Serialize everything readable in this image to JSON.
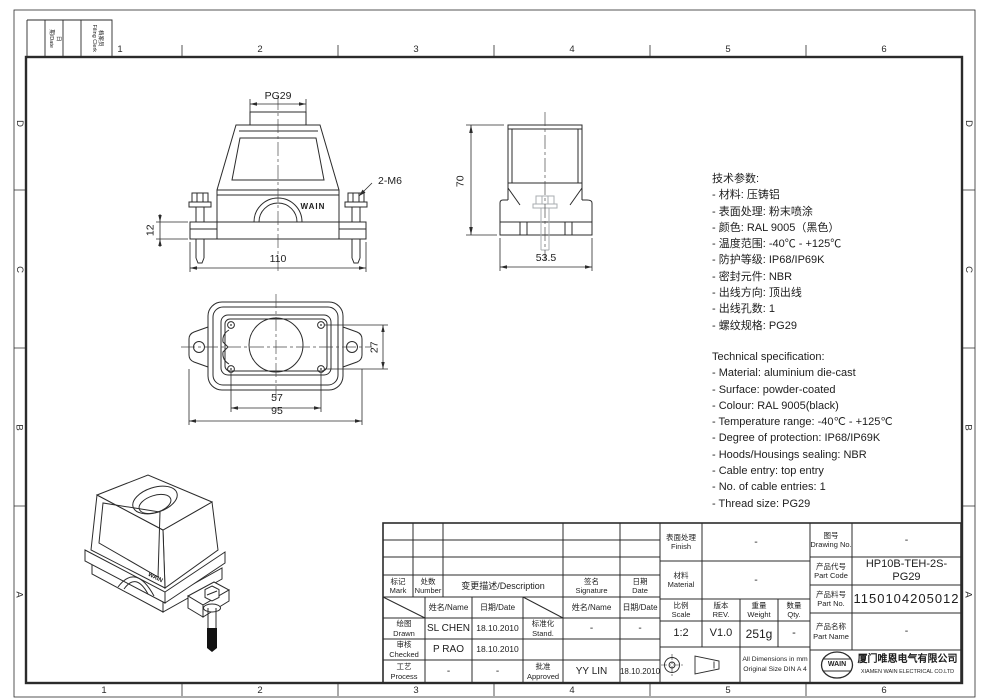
{
  "filing": {
    "date_label": "日期/Date",
    "clerk_label": "档案员\nFiling Clerk"
  },
  "zones": {
    "cols": [
      "1",
      "2",
      "3",
      "4",
      "5",
      "6"
    ],
    "rows": [
      "D",
      "C",
      "B",
      "A"
    ]
  },
  "specs": {
    "cn": "技术参数:\n- 材料: 压铸铝\n- 表面处理: 粉末喷涂\n- 颜色: RAL 9005（黑色）\n- 温度范围: -40℃ - +125℃\n- 防护等级: IP68/IP69K\n- 密封元件: NBR\n- 出线方向: 顶出线\n- 出线孔数: 1\n- 螺纹规格: PG29",
    "en": "Technical specification:\n- Material: aluminium die-cast\n- Surface: powder-coated\n- Colour: RAL 9005(black)\n- Temperature range: -40℃ - +125℃\n- Degree of protection: IP68/IP69K\n- Hoods/Housings sealing: NBR\n- Cable entry: top entry\n- No. of cable entries: 1\n- Thread size: PG29"
  },
  "dims": {
    "front_thread": "PG29",
    "front_bolts": "2-M6",
    "front_width": "110",
    "front_flange": "12",
    "side_height": "70",
    "side_width": "53.5",
    "bottom_hole_v": "27",
    "bottom_hole_h": "57",
    "bottom_width": "95"
  },
  "brand": {
    "front_mark": "WAIN",
    "iso_mark": "WAIN"
  },
  "titleblock": {
    "revision": {
      "mark": "标记\nMark",
      "number": "处数\nNumber",
      "description": "变更描述/Description",
      "signature": "签名\nSignature",
      "date": "日期\nDate"
    },
    "columns": {
      "name": "姓名/Name",
      "date": "日期/Date",
      "name2": "姓名/Name",
      "date2": "日期/Date"
    },
    "drawn": {
      "label": "绘图\nDrawn",
      "name": "SL CHEN",
      "date": "18.10.2010"
    },
    "checked": {
      "label": "审核\nChecked",
      "name": "P RAO",
      "date": "18.10.2010"
    },
    "process": {
      "label": "工艺\nProcess",
      "name": "-",
      "date": "-"
    },
    "stand": {
      "label": "标准化\nStand.",
      "name": "-",
      "date": "-"
    },
    "approved": {
      "label": "批准\nApproved",
      "name": "YY LIN",
      "date": "18.10.2010"
    },
    "finish": {
      "label": "表面处理\nFinish",
      "value": "-"
    },
    "material": {
      "label": "材料\nMaterial",
      "value": "-"
    },
    "scale": {
      "label": "比例\nScale",
      "value": "1:2"
    },
    "rev": {
      "label": "版本\nREV.",
      "value": "V1.0"
    },
    "weight": {
      "label": "重量\nWeight",
      "value": "251g"
    },
    "qty": {
      "label": "数量\nQty.",
      "value": "-"
    },
    "note": "All Dimensions in mm\nOriginal Size DIN A 4",
    "drawing_no": {
      "label": "图号\nDrawing No.",
      "value": "-"
    },
    "part_code": {
      "label": "产品代号\nPart Code",
      "value": "HP10B-TEH-2S-PG29"
    },
    "part_no": {
      "label": "产品料号\nPart No.",
      "value": "1150104205012"
    },
    "part_name": {
      "label": "产品名称\nPart Name",
      "value": "-"
    },
    "company": {
      "logo": "WAIN",
      "name_cn": "厦门唯恩电气有限公司",
      "name_en": "XIAMEN WAIN ELECTRICAL CO.LTD"
    }
  }
}
